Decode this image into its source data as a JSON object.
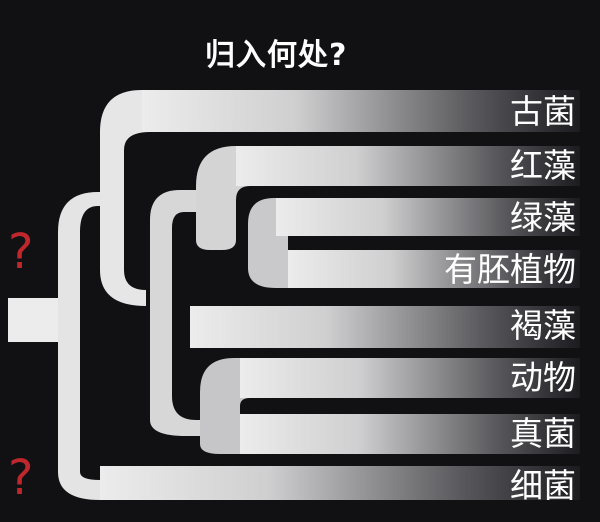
{
  "title": "归入何处?",
  "leaves": [
    "古菌",
    "红藻",
    "绿藻",
    "有胚植物",
    "褐藻",
    "动物",
    "真菌",
    "细菌"
  ],
  "question_marks": [
    "?",
    "?"
  ],
  "colors": {
    "background": "#111114",
    "branch_light": "#ececec",
    "branch_dark": "#2a2a2e",
    "question_mark": "#c0272d"
  }
}
